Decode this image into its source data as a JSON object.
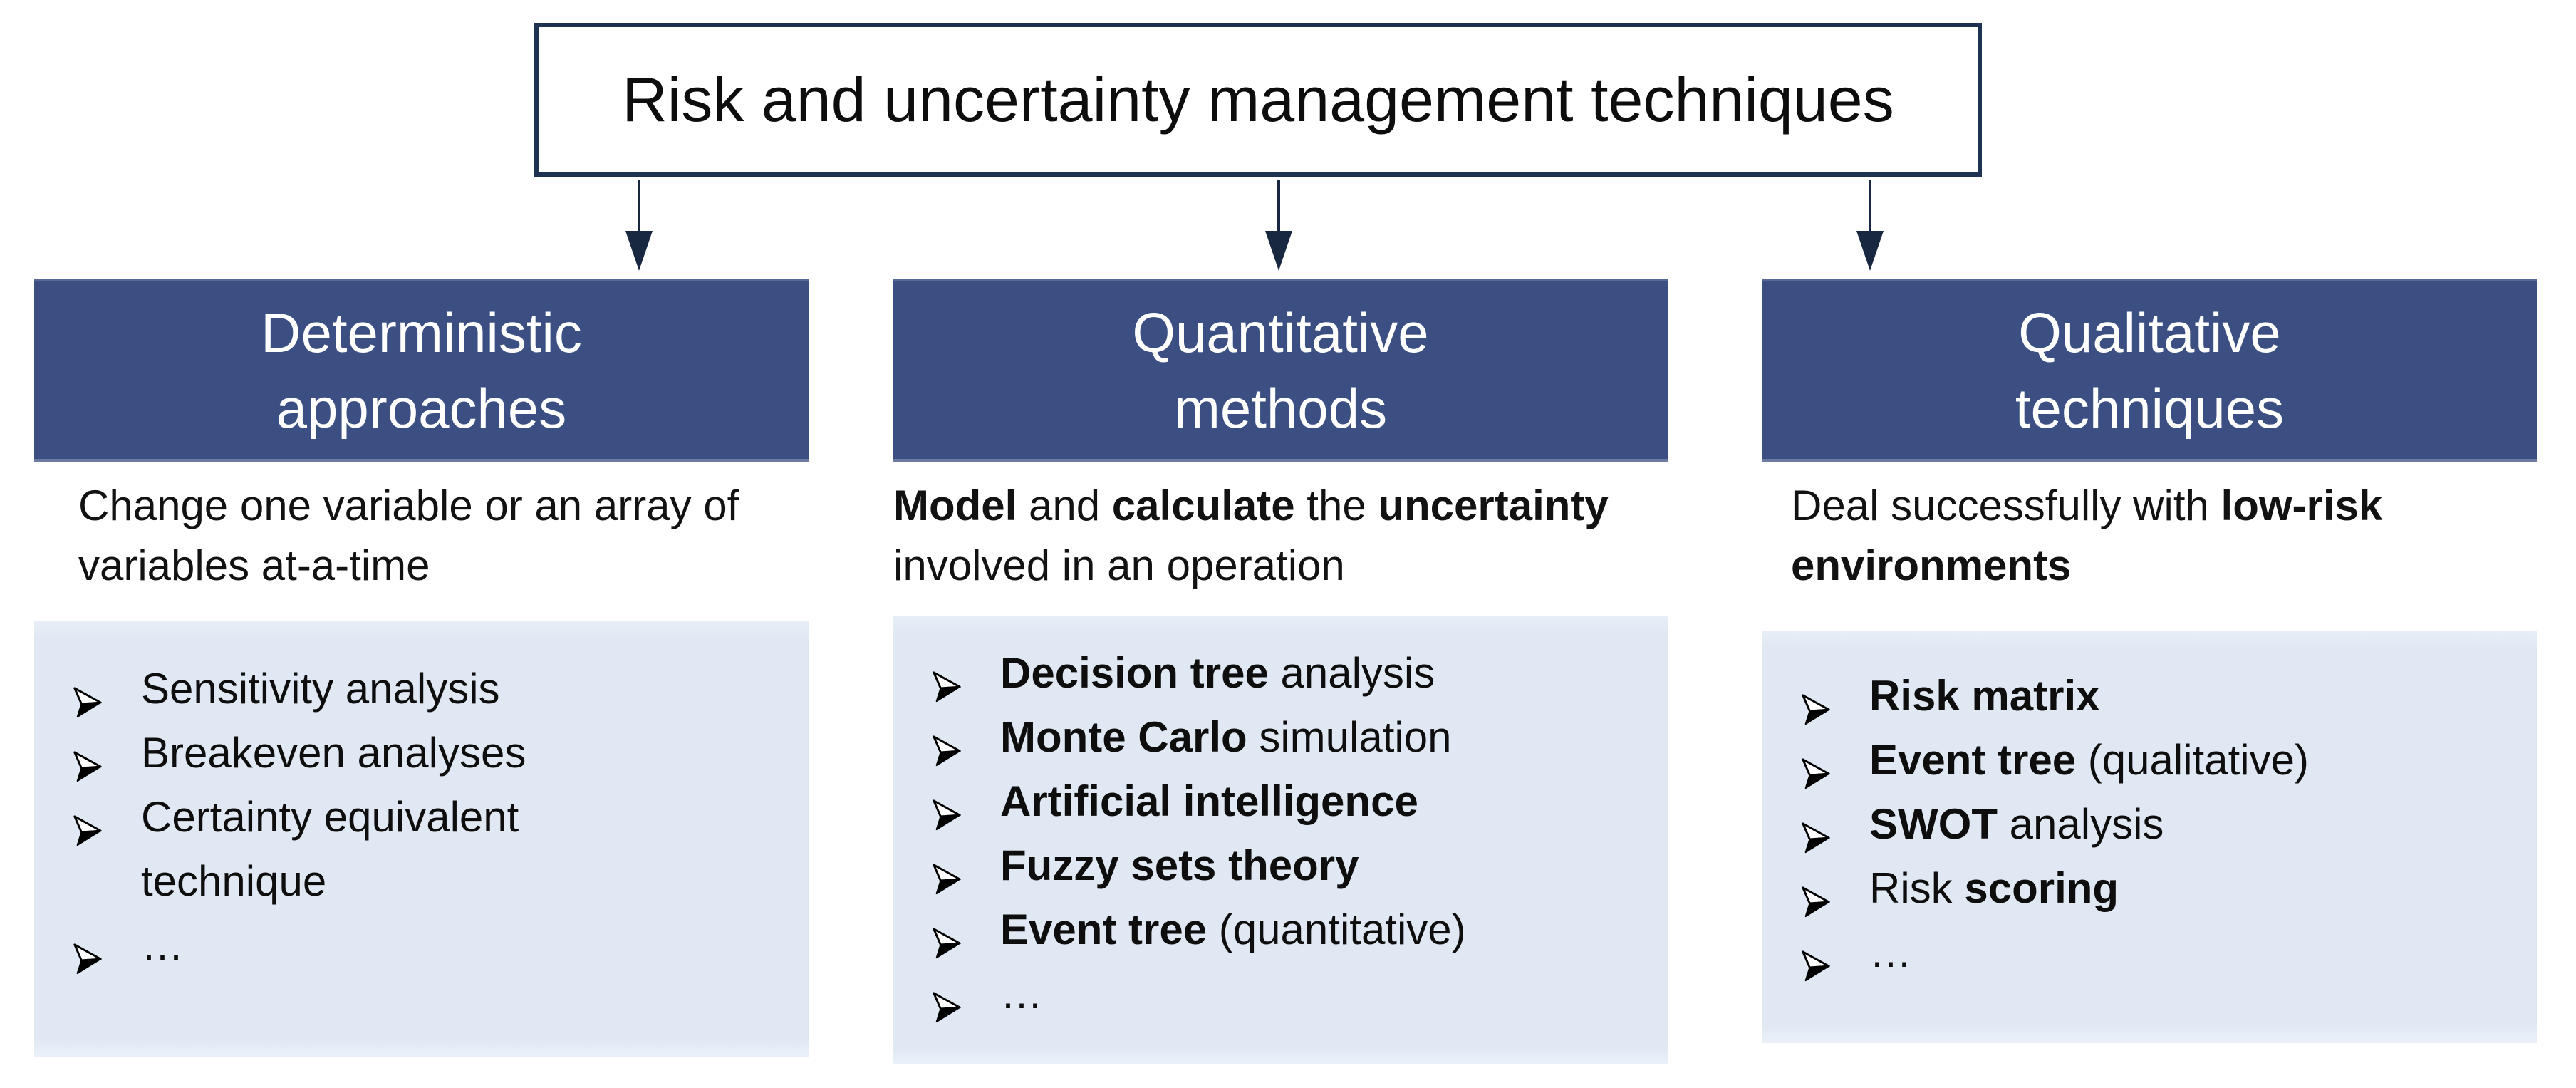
{
  "title": {
    "text": "Risk and uncertainty management techniques"
  },
  "bullet_icon": "arrow-3d-right",
  "colors": {
    "header_box_fill": "#3b4f83",
    "list_box_fill": "#dfe8f3",
    "outline_navy": "#1e3252",
    "arrow_navy": "#182840",
    "header_text": "#ffffff"
  },
  "columns": [
    {
      "name": "deterministic-approaches",
      "header_lines": [
        "Deterministic",
        "approaches"
      ],
      "description_runs": [
        {
          "text": "Change one variable or an array of variables at-a-time",
          "bold": false
        }
      ],
      "items": [
        {
          "runs": [
            {
              "text": "Sensitivity analysis",
              "bold": false
            }
          ]
        },
        {
          "runs": [
            {
              "text": "Breakeven analyses",
              "bold": false
            }
          ]
        },
        {
          "runs": [
            {
              "text": "Certainty equivalent technique",
              "bold": false
            }
          ]
        },
        {
          "runs": [
            {
              "text": "…",
              "bold": false
            }
          ]
        }
      ]
    },
    {
      "name": "quantitative-methods",
      "header_lines": [
        "Quantitative",
        "methods"
      ],
      "description_runs": [
        {
          "text": "Model",
          "bold": true
        },
        {
          "text": " and ",
          "bold": false
        },
        {
          "text": "calculate",
          "bold": true
        },
        {
          "text": " the ",
          "bold": false
        },
        {
          "text": "uncertainty",
          "bold": true
        },
        {
          "text": " involved in an operation",
          "bold": false
        }
      ],
      "items": [
        {
          "runs": [
            {
              "text": "Decision tree",
              "bold": true
            },
            {
              "text": " analysis",
              "bold": false
            }
          ]
        },
        {
          "runs": [
            {
              "text": "Monte Carlo",
              "bold": true
            },
            {
              "text": " simulation",
              "bold": false
            }
          ]
        },
        {
          "runs": [
            {
              "text": "Artificial intelligence",
              "bold": true
            }
          ]
        },
        {
          "runs": [
            {
              "text": "Fuzzy sets theory",
              "bold": true
            }
          ]
        },
        {
          "runs": [
            {
              "text": "Event tree",
              "bold": true
            },
            {
              "text": " (quantitative)",
              "bold": false
            }
          ]
        },
        {
          "runs": [
            {
              "text": "…",
              "bold": false
            }
          ]
        }
      ]
    },
    {
      "name": "qualitative-techniques",
      "header_lines": [
        "Qualitative",
        "techniques"
      ],
      "description_runs": [
        {
          "text": "Deal successfully with ",
          "bold": false
        },
        {
          "text": "low-risk environments",
          "bold": true
        }
      ],
      "items": [
        {
          "runs": [
            {
              "text": "Risk matrix",
              "bold": true
            }
          ]
        },
        {
          "runs": [
            {
              "text": "Event tree",
              "bold": true
            },
            {
              "text": " (qualitative)",
              "bold": false
            }
          ]
        },
        {
          "runs": [
            {
              "text": "SWOT",
              "bold": true
            },
            {
              "text": " analysis",
              "bold": false
            }
          ]
        },
        {
          "runs": [
            {
              "text": "Risk ",
              "bold": false
            },
            {
              "text": "scoring",
              "bold": true
            }
          ]
        },
        {
          "runs": [
            {
              "text": "…",
              "bold": false
            }
          ]
        }
      ]
    }
  ]
}
